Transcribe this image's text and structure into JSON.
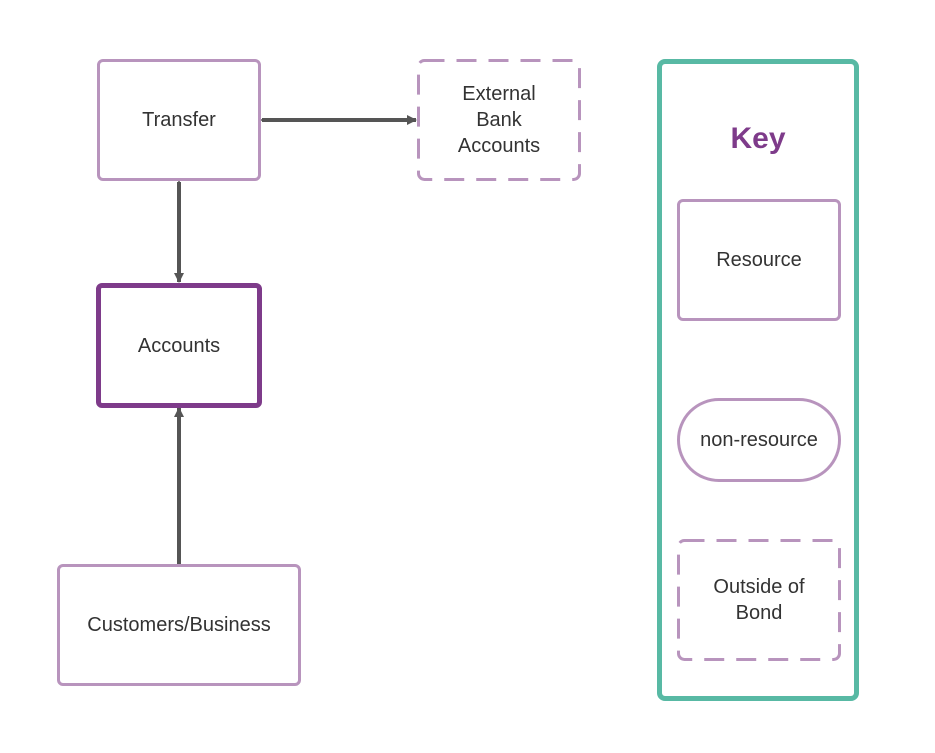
{
  "nodes": {
    "transfer": "Transfer",
    "external": "External\nBank\nAccounts",
    "accounts": "Accounts",
    "customers": "Customers/Business"
  },
  "key": {
    "title": "Key",
    "resource": "Resource",
    "non_resource": "non-resource",
    "outside": "Outside of\nBond"
  },
  "colors": {
    "resource_border": "#b894bd",
    "primary_border": "#7e3b8a",
    "key_border": "#58b9a4",
    "arrow": "#555555"
  }
}
